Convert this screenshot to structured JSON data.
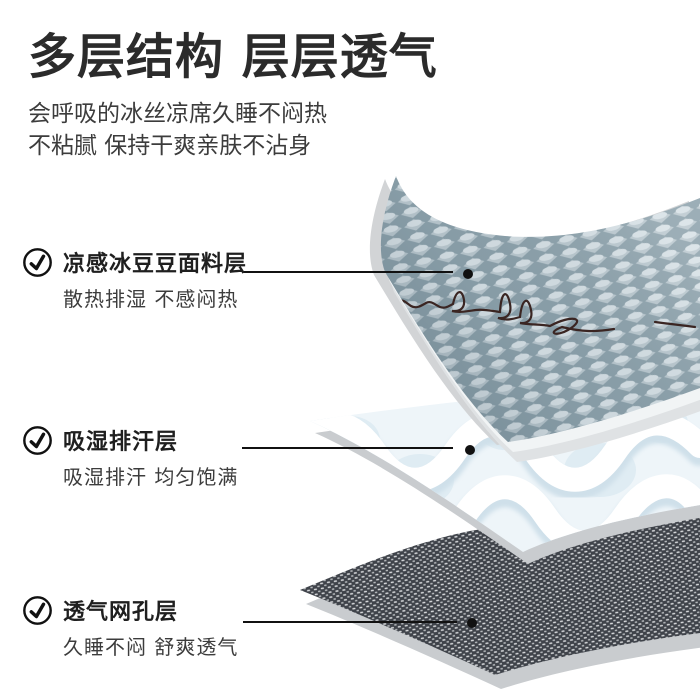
{
  "header": {
    "title": "多层结构 层层透气",
    "subtitle_line1": "会呼吸的冰丝凉席久睡不闷热",
    "subtitle_line2": "不粘腻 保持干爽亲肤不沾身"
  },
  "annotations": [
    {
      "label": "凉感冰豆豆面料层",
      "desc": "散热排湿 不感闷热",
      "icon": "check-circle-icon"
    },
    {
      "label": "吸湿排汗层",
      "desc": "吸湿排汗 均匀饱满",
      "icon": "check-circle-icon"
    },
    {
      "label": "透气网孔层",
      "desc": "久睡不闷 舒爽透气",
      "icon": "check-circle-icon"
    }
  ],
  "colors": {
    "title_text": "#2b2b2b",
    "body_text": "#3c3c3c",
    "label_text": "#1f1f1f",
    "annotation_line": "#111111",
    "quilt_base": "#b9c7ce",
    "quilt_groove": "#8ba0aa",
    "quilt_highlight": "#d6e0e5",
    "embroidery_thread": "#3a2522",
    "wave_white": "#ffffff",
    "wave_bg": "#eef5f9",
    "wave_shadow": "#cfe0ea",
    "mesh_dark": "#3f434a",
    "mesh_dot": "#d9dbdd",
    "edge_band": "#c9cccf"
  }
}
